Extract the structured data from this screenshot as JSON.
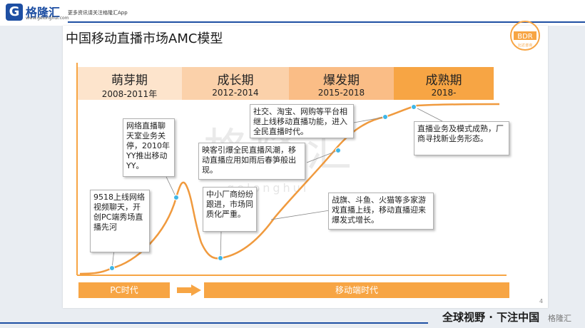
{
  "brand": {
    "logo_letter": "G",
    "name": "格隆汇",
    "url": "www.gelonghui.com",
    "slogan": "更多资讯请关注格隆汇App"
  },
  "slide": {
    "title": "中国移动直播市场AMC模型",
    "badge_text": "BDR",
    "badge_sub": "比达咨询",
    "page_number": "4"
  },
  "watermark": {
    "text": "格隆汇",
    "sub": "gelonghui"
  },
  "phases": [
    {
      "name": "萌芽期",
      "years": "2008-2011年",
      "color": "#fde4cc"
    },
    {
      "name": "成长期",
      "years": "2012-2014",
      "color": "#fbd1aa"
    },
    {
      "name": "爆发期",
      "years": "2015-2018",
      "color": "#fabd86"
    },
    {
      "name": "成熟期",
      "years": "2018-",
      "color": "#f7a544"
    }
  ],
  "callouts": [
    {
      "text": "网络直播聊天室业务关停，2010年YY推出移动YY。"
    },
    {
      "text": "9518上线网络视频聊天，开创PC端秀场直播先河"
    },
    {
      "text": "中小厂商纷纷跟进，市场同质化严重。"
    },
    {
      "text": "映客引爆全民直播风潮，移动直播应用如雨后春笋般出现。"
    },
    {
      "text": "社交、淘宝、网购等平台相继上线移动直播功能，进入全民直播时代。"
    },
    {
      "text": "战旗、斗鱼、火猫等多家游戏直播上线，移动直播迎来爆发式增长。"
    },
    {
      "text": "直播业务及模式成熟，厂商寻找新业务形态。"
    }
  ],
  "eras": {
    "pc": "PC时代",
    "mobile": "移动端时代"
  },
  "footer": {
    "slogan": "全球视野 · 下注中国",
    "watermark": "格隆汇"
  },
  "colors": {
    "accent": "#f7a544",
    "curve": "#f09a3e",
    "point": "#3fb6e6",
    "brand": "#1e4fa3"
  }
}
